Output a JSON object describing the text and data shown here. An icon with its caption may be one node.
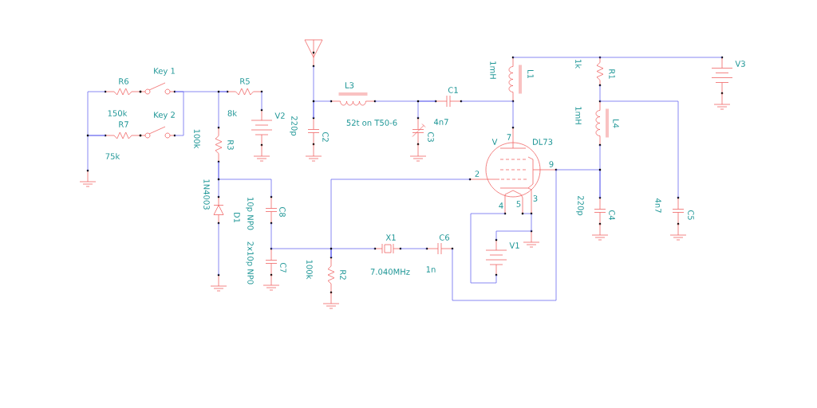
{
  "diagram": {
    "nodes": [
      {
        "text": [
          "R6",
          "150k"
        ]
      },
      {
        "text": [
          "Key 1"
        ]
      },
      {
        "text": [
          "R7",
          "75k"
        ]
      },
      {
        "text": [
          "Key 2"
        ]
      },
      {
        "text": [
          "R5",
          "8k"
        ]
      },
      {
        "text": [
          "V2"
        ]
      },
      {
        "text": [
          "R3",
          "100k"
        ]
      },
      {
        "text": [
          "D1",
          "1N4003"
        ]
      },
      {
        "text": [
          "C8",
          "10p NP0"
        ]
      },
      {
        "text": [
          "C7",
          "2x10p NP0"
        ]
      },
      {
        "text": [],
        "shape": "antenna"
      },
      {
        "text": [
          "C2",
          "220p"
        ]
      },
      {
        "text": [
          "L3",
          "52t on T50-6"
        ]
      },
      {
        "text": [
          "C3"
        ]
      },
      {
        "text": [
          "C1",
          "4n7"
        ]
      },
      {
        "text": [
          "L1",
          "1mH"
        ]
      },
      {
        "text": [
          "V",
          "DL73"
        ]
      },
      {
        "text": [
          "R2",
          "100k"
        ]
      },
      {
        "text": [
          "X1",
          "7.040MHz"
        ]
      },
      {
        "text": [
          "C6",
          "1n"
        ]
      },
      {
        "text": [
          "V1"
        ]
      },
      {
        "text": [
          "R1",
          "1k"
        ]
      },
      {
        "text": [
          "V3"
        ]
      },
      {
        "text": [
          "L4",
          "1mH"
        ]
      },
      {
        "text": [
          "C4",
          "220p"
        ]
      },
      {
        "text": [
          "C5",
          "4n7"
        ]
      },
      {
        "text": [],
        "shape": "ground"
      },
      {
        "text": [],
        "shape": "ground"
      },
      {
        "text": [],
        "shape": "ground"
      }
    ],
    "edges": [
      {
        "from": 0,
        "to": 2,
        "arrow": "none"
      },
      {
        "from": 2,
        "to": 26,
        "arrow": "none"
      },
      {
        "from": 1,
        "to": 3,
        "arrow": "none"
      },
      {
        "from": 1,
        "to": 4,
        "arrow": "none"
      },
      {
        "from": 4,
        "to": 6,
        "arrow": "none"
      },
      {
        "from": 4,
        "to": 5,
        "arrow": "none"
      },
      {
        "from": 6,
        "to": 7,
        "arrow": "none"
      },
      {
        "from": 6,
        "to": 8,
        "arrow": "none"
      },
      {
        "from": 7,
        "to": 27,
        "arrow": "none"
      },
      {
        "from": 8,
        "to": 9,
        "arrow": "none"
      },
      {
        "from": 9,
        "to": 17,
        "arrow": "none"
      },
      {
        "from": 17,
        "to": 18,
        "arrow": "none"
      },
      {
        "from": 17,
        "to": 16,
        "arrow": "none"
      },
      {
        "from": 18,
        "to": 19,
        "arrow": "none"
      },
      {
        "from": 19,
        "to": 16,
        "arrow": "none"
      },
      {
        "from": 16,
        "to": 20,
        "arrow": "none"
      },
      {
        "from": 16,
        "to": 28,
        "arrow": "none"
      },
      {
        "from": 20,
        "to": 28,
        "arrow": "none"
      },
      {
        "from": 16,
        "to": 15,
        "arrow": "none"
      },
      {
        "from": 15,
        "to": 14,
        "arrow": "none"
      },
      {
        "from": 14,
        "to": 12,
        "arrow": "none"
      },
      {
        "from": 14,
        "to": 13,
        "arrow": "none"
      },
      {
        "from": 12,
        "to": 11,
        "arrow": "none"
      },
      {
        "from": 11,
        "to": 10,
        "arrow": "none"
      },
      {
        "from": 15,
        "to": 21,
        "arrow": "none"
      },
      {
        "from": 21,
        "to": 22,
        "arrow": "none"
      },
      {
        "from": 21,
        "to": 23,
        "arrow": "none"
      },
      {
        "from": 23,
        "to": 25,
        "arrow": "none"
      },
      {
        "from": 23,
        "to": 24,
        "arrow": "none"
      },
      {
        "from": 16,
        "to": 24,
        "arrow": "none"
      }
    ],
    "labels": [
      "7",
      "2",
      "9",
      "4",
      "5",
      "3"
    ]
  }
}
